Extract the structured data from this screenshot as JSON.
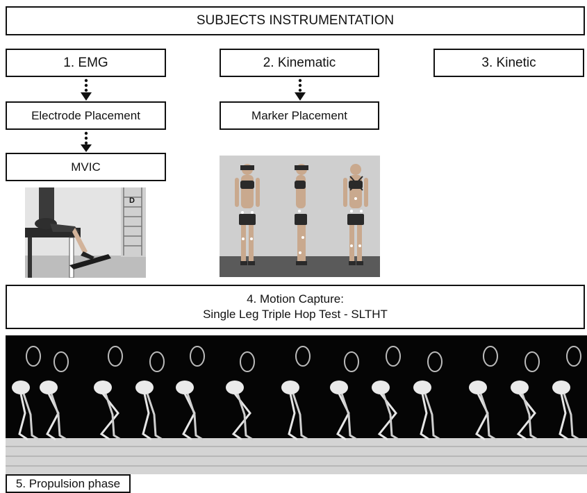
{
  "header": {
    "title": "SUBJECTS INSTRUMENTATION"
  },
  "columns": {
    "emg": {
      "title": "1. EMG",
      "step1": "Electrode Placement",
      "step2": "MVIC"
    },
    "kinematic": {
      "title": "2. Kinematic",
      "step1": "Marker Placement"
    },
    "kinetic": {
      "title": "3. Kinetic"
    }
  },
  "motion_capture": {
    "line1": "4. Motion Capture:",
    "line2": "Single Leg Triple Hop Test - SLTHT"
  },
  "footer": {
    "label": "5. Propulsion phase"
  },
  "photos": {
    "mvic_wall_letter": "D"
  }
}
